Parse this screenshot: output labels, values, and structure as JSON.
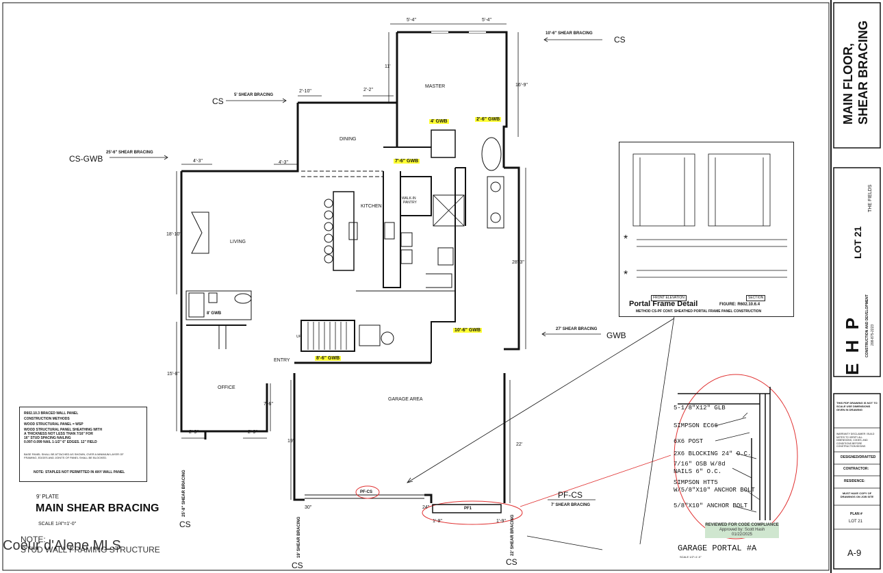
{
  "plan": {
    "rooms": {
      "master": "MASTER",
      "dining": "DINING",
      "kitchen": "KITCHEN",
      "walkin": "WALK-IN",
      "pantry": "PANTRY",
      "living": "LIVING",
      "office": "OFFICE",
      "entry": "ENTRY",
      "garage": "GARAGE AREA",
      "up": "UP"
    },
    "dims": {
      "d1": "5'-4\"",
      "d2": "5'-4\"",
      "d3": "11'",
      "d4": "16'-9\"",
      "d5": "2'-10\"",
      "d6": "2'-2\"",
      "d7": "4'-3\"",
      "d8": "4'-3\"",
      "d9": "18'-10\"",
      "d10": "28'-3\"",
      "d11": "15'-8\"",
      "d12": "7'-6\"",
      "d13": "2'-9\"",
      "d14": "2'-9\"",
      "d15": "19'",
      "d16": "22'",
      "d17": "30\"",
      "d18": "24\"",
      "d19": "1'-9\"",
      "d20": "1'-9\""
    },
    "gwb": {
      "g1": "4' GWB",
      "g2": "2'-6\" GWB",
      "g3": "7'-6\" GWB",
      "g4": "8' GWB",
      "g5": "10'-6\" GWB",
      "g6": "8'-6\" GWB"
    },
    "callouts": {
      "top_right_label": "10'-6\" SHEAR BRACING",
      "top_right_cs": "CS",
      "dining_label": "5' SHEAR BRACING",
      "dining_cs": "CS",
      "living_label": "25'-6\" SHEAR BRACING",
      "living_cs": "CS-GWB",
      "right_gwb_label": "27' SHEAR BRACING",
      "right_gwb": "GWB",
      "pf_cs_label": "PF-CS",
      "pf_cs_sub": "7' SHEAR BRACING",
      "pf_oval": "PF-CS",
      "pf1": "PF1",
      "bottom_cs_left": "CS",
      "bottom_cs_right": "CS",
      "left_cs": "CS",
      "vert_left_1": "25'-8\" SHEAR BRACING",
      "vert_left_2": "19' SHEAR BRACING",
      "vert_right": "22' SHEAR BRACING"
    },
    "title": {
      "plate": "9' PLATE",
      "main": "MAIN SHEAR BRACING",
      "scale": "SCALE  1/4\"=1'-0\"",
      "note": "NOTE:",
      "watermark": "Coeur d'Alene MLS",
      "structure": "STUD WALL FRAMING STRUCTURE"
    }
  },
  "notes_box": {
    "lines": [
      "R602.10.3 BRACED WALL PANEL",
      "CONSTRUCTION METHODS",
      "WOOD   STRUCTURAL PANEL = WSP",
      "WOOD  STRUCTURAL PANEL SHEATHING WITH",
      "A THICKNESS NOT LESS THAN 7/16\" FOR",
      "16\" STUD SPACING NAILING",
      "0.097-0.099 NAIL 1-1/2\"  6\" EDGES.  12\" FIELD"
    ],
    "fine": "BASE PANEL SHALL BE ATTACHED AS SHOWN, OVER A MINIMUM LAYER OF FRAMING, EDGES AND JOINTS OF PANEL SHALL BE BLOCKED.",
    "staples": "NOTE:   STAPLES NOT PERMITTED IN ANY WALL PANEL"
  },
  "portal_detail": {
    "title": "Portal Frame Detail",
    "figure": "FIGURE: R602.10.6.4",
    "method": "METHOD CS-PF CONT. SHEATHED PORTAL FRAME PANEL CONSTRUCTION",
    "front": "FRONT ELEVATION",
    "section": "SECTION"
  },
  "garage_portal": {
    "labels": [
      "5-1/8\"X12\" GLB",
      "SIMPSON EC66",
      "6X6 POST",
      "2X6 BLOCKING 24\" O.C.",
      "7/16\" OSB W/8d",
      "NAILS 6\" O.C.",
      "SIMPSON HTT5",
      "W/5/8\"X10\" ANCHOR BOLT",
      "5/8\"X10\" ANCHOR BOLT"
    ],
    "stamp_title": "REVIEWED FOR CODE COMPLIANCE",
    "stamp_by": "Approved by:  Scott Hash",
    "stamp_date": "01/22/2025",
    "caption": "GARAGE PORTAL #A",
    "scale": "SCALE  1/2\"=1'-0\""
  },
  "title_block": {
    "sheet_title_1": "MAIN FLOOR,",
    "sheet_title_2": "SHEAR BRACING",
    "lot": "LOT 21",
    "subdivision": "THE FIELDS",
    "company": "E H P",
    "company_sub": "CONSTRUCTION AND DEVELOPMENT",
    "phone": "208-875-2223",
    "notice": "THIS PDF DRAWING IS NOT TO SCALE USE DIMENSIONS GIVEN IN DRAWING",
    "fine": "WARRANTY DISCLAIMER / BUILD NOTES TO VERIFY ALL DIMENSIONS, CODES, AND CONDITIONS BEFORE CONSTRUCTION BEGINS",
    "designed": "DESIGNED/DRAFTED",
    "contractor": "CONTRACTOR:",
    "residence": "RESIDENCE:",
    "must": "MUST HAVE COPY OF DRAWINGS ON JOB SITE",
    "plan_label": "PLAN #",
    "plan_value": "LOT 21",
    "sheet": "A-9"
  },
  "colors": {
    "highlight": "#ffff33",
    "oval": "#e03030",
    "stamp": "#cfe6cf"
  }
}
